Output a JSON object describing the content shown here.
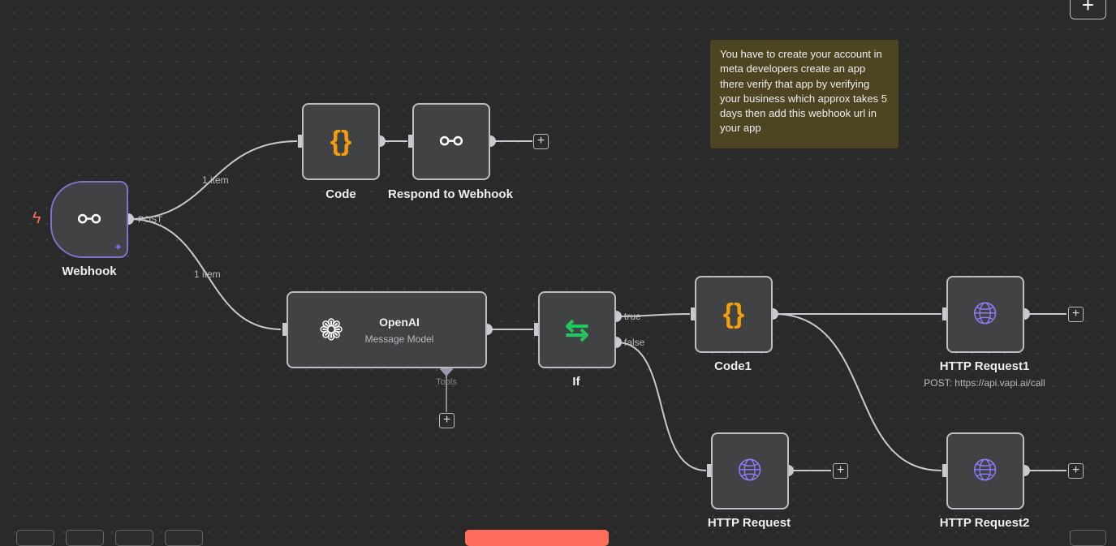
{
  "nodes": {
    "webhook": {
      "label": "Webhook",
      "output": "POST"
    },
    "code": {
      "label": "Code"
    },
    "respond": {
      "label": "Respond to Webhook"
    },
    "openai": {
      "label": "OpenAI",
      "subtitle": "Message Model",
      "tools": "Tools"
    },
    "if": {
      "label": "If",
      "true": "true",
      "false": "false"
    },
    "code1": {
      "label": "Code1"
    },
    "http1": {
      "label": "HTTP Request1",
      "subtitle": "POST: https://api.vapi.ai/call"
    },
    "http": {
      "label": "HTTP Request"
    },
    "http2": {
      "label": "HTTP Request2"
    }
  },
  "edges": {
    "item1": "1 item",
    "item2": "1 item"
  },
  "sticky": "You have to create your account in meta developers create an app there verify that app by verifying your business which approx takes 5 days then add this webhook url in your app",
  "toolbar": {
    "add": "+"
  },
  "colors": {
    "code": "#f59e0b",
    "if": "#22c55e",
    "http": "#8b7cf6",
    "trigger": "#ff6d5a",
    "pin": "#7c6cf0"
  }
}
